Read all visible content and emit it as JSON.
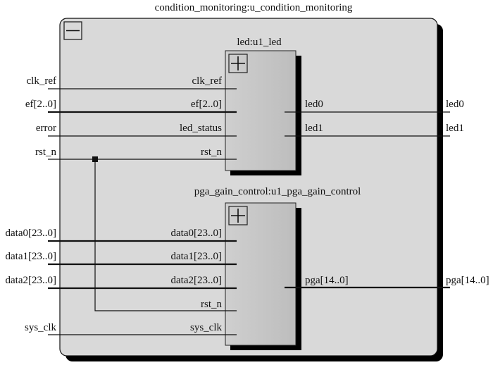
{
  "top_module": {
    "title": "condition_monitoring:u_condition_monitoring",
    "collapse_icon": "minus-box-icon"
  },
  "left_ports": [
    {
      "name": "clk_ref"
    },
    {
      "name": "ef[2..0]"
    },
    {
      "name": "error"
    },
    {
      "name": "rst_n"
    },
    {
      "name": "data0[23..0]"
    },
    {
      "name": "data1[23..0]"
    },
    {
      "name": "data2[23..0]"
    },
    {
      "name": "sys_clk"
    }
  ],
  "right_ports": [
    {
      "name": "led0"
    },
    {
      "name": "led1"
    },
    {
      "name": "pga[14..0]"
    }
  ],
  "instances": [
    {
      "title": "led:u1_led",
      "expand_icon": "plus-box-icon",
      "inputs": [
        "clk_ref",
        "ef[2..0]",
        "led_status",
        "rst_n"
      ],
      "outputs": [
        "led0",
        "led1"
      ]
    },
    {
      "title": "pga_gain_control:u1_pga_gain_control",
      "expand_icon": "plus-box-icon",
      "inputs": [
        "data0[23..0]",
        "data1[23..0]",
        "data2[23..0]",
        "rst_n",
        "sys_clk"
      ],
      "outputs": [
        "pga[14..0]"
      ]
    }
  ],
  "colors": {
    "outer_fill": "#d9d9d9",
    "block_fill": "#c4c4c4",
    "line": "#111111",
    "shadow": "#000000"
  }
}
